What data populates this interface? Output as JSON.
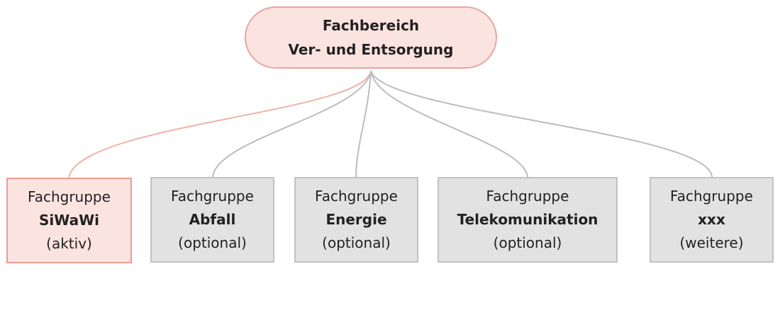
{
  "root": {
    "line1": "Fachbereich",
    "line2": "Ver- und Entsorgung"
  },
  "groups": [
    {
      "prefix": "Fachgruppe",
      "name": "SiWaWi",
      "status": "(aktiv)",
      "active": true
    },
    {
      "prefix": "Fachgruppe",
      "name": "Abfall",
      "status": "(optional)",
      "active": false
    },
    {
      "prefix": "Fachgruppe",
      "name": "Energie",
      "status": "(optional)",
      "active": false
    },
    {
      "prefix": "Fachgruppe",
      "name": "Telekomunikation",
      "status": "(optional)",
      "active": false
    },
    {
      "prefix": "Fachgruppe",
      "name": "xxx",
      "status": "(weitere)",
      "active": false
    }
  ],
  "colors": {
    "active_fill": "#fbe3e0",
    "active_border": "#ea9e92",
    "inactive_fill": "#e2e2e2",
    "inactive_border": "#c2c2c2",
    "active_connector": "#f0b3a9",
    "inactive_connector": "#bdbdbd"
  }
}
